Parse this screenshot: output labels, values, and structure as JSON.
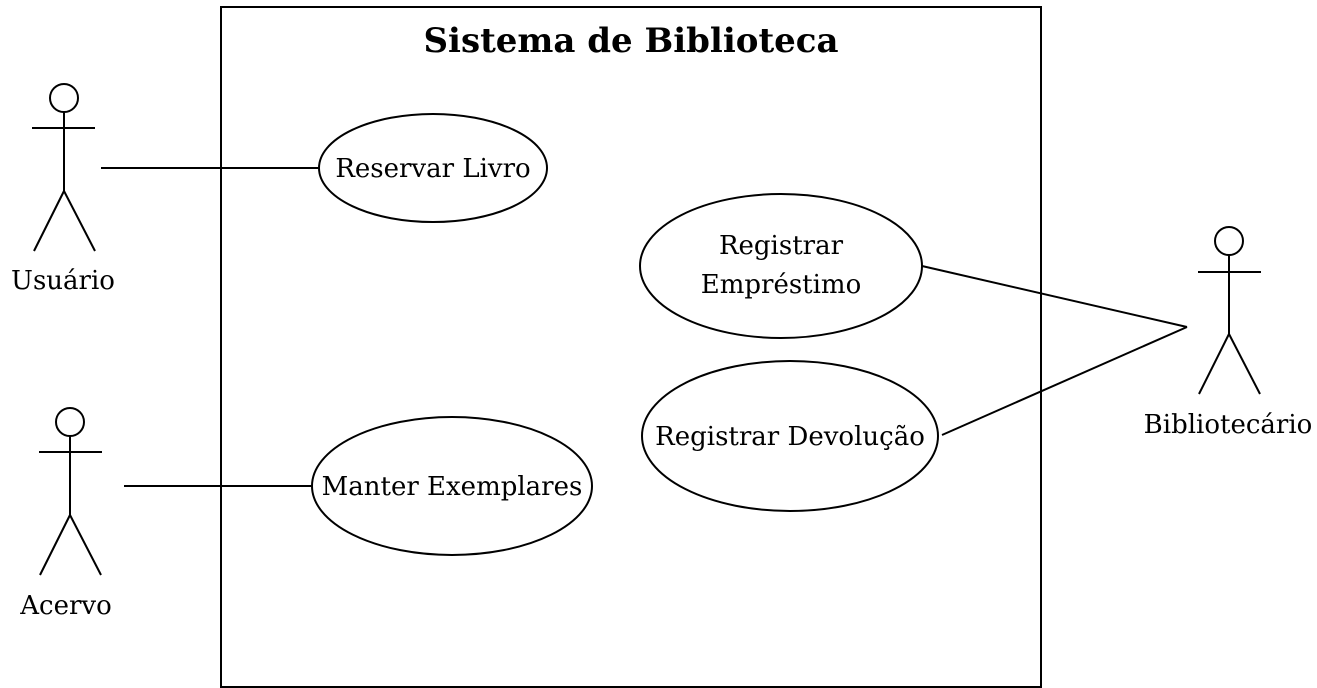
{
  "system": {
    "title": "Sistema de Biblioteca"
  },
  "actors": {
    "usuario": "Usuário",
    "acervo": "Acervo",
    "bibliotecario": "Bibliotecário"
  },
  "use_cases": {
    "reservar_livro": "Reservar Livro",
    "registrar_emprestimo_line1": "Registrar",
    "registrar_emprestimo_line2": "Empréstimo",
    "registrar_devolucao": "Registrar Devolução",
    "manter_exemplares": "Manter Exemplares"
  }
}
